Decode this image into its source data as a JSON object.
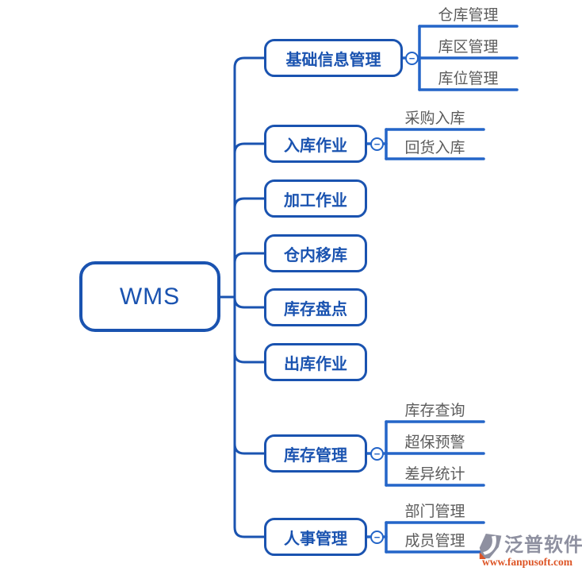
{
  "diagram": {
    "root": {
      "label": "WMS"
    },
    "branches": [
      {
        "label": "基础信息管理",
        "children": [
          "仓库管理",
          "库区管理",
          "库位管理"
        ]
      },
      {
        "label": "入库作业",
        "children": [
          "采购入库",
          "回货入库"
        ]
      },
      {
        "label": "加工作业",
        "children": []
      },
      {
        "label": "仓内移库",
        "children": []
      },
      {
        "label": "库存盘点",
        "children": []
      },
      {
        "label": "出库作业",
        "children": []
      },
      {
        "label": "库存管理",
        "children": [
          "库存查询",
          "超保预警",
          "差异统计"
        ]
      },
      {
        "label": "人事管理",
        "children": [
          "部门管理",
          "成员管理"
        ]
      }
    ]
  },
  "collapse_button": {
    "glyph": "−"
  },
  "watermark": {
    "brand": "泛普软件",
    "url": "www.fanpusoft.com"
  },
  "colors": {
    "primary_blue": "#1a53b0",
    "line_blue": "#2465c8",
    "leaf_text": "#5c5c5c",
    "watermark_gray": "#8e90a0",
    "watermark_orange": "#dd5526"
  }
}
